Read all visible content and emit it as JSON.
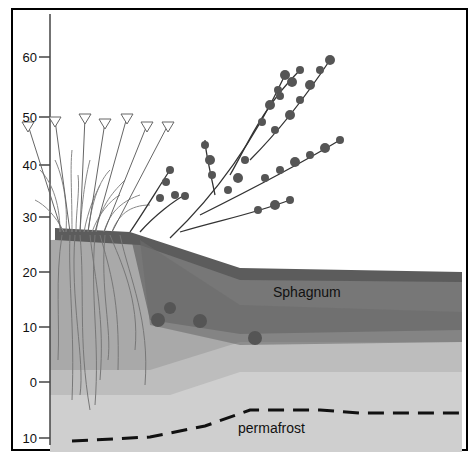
{
  "diagram": {
    "labels": [
      "60",
      "50",
      "40",
      "30",
      "20",
      "10",
      "0",
      "10",
      "Sphagnum",
      "permafrost"
    ]
  }
}
